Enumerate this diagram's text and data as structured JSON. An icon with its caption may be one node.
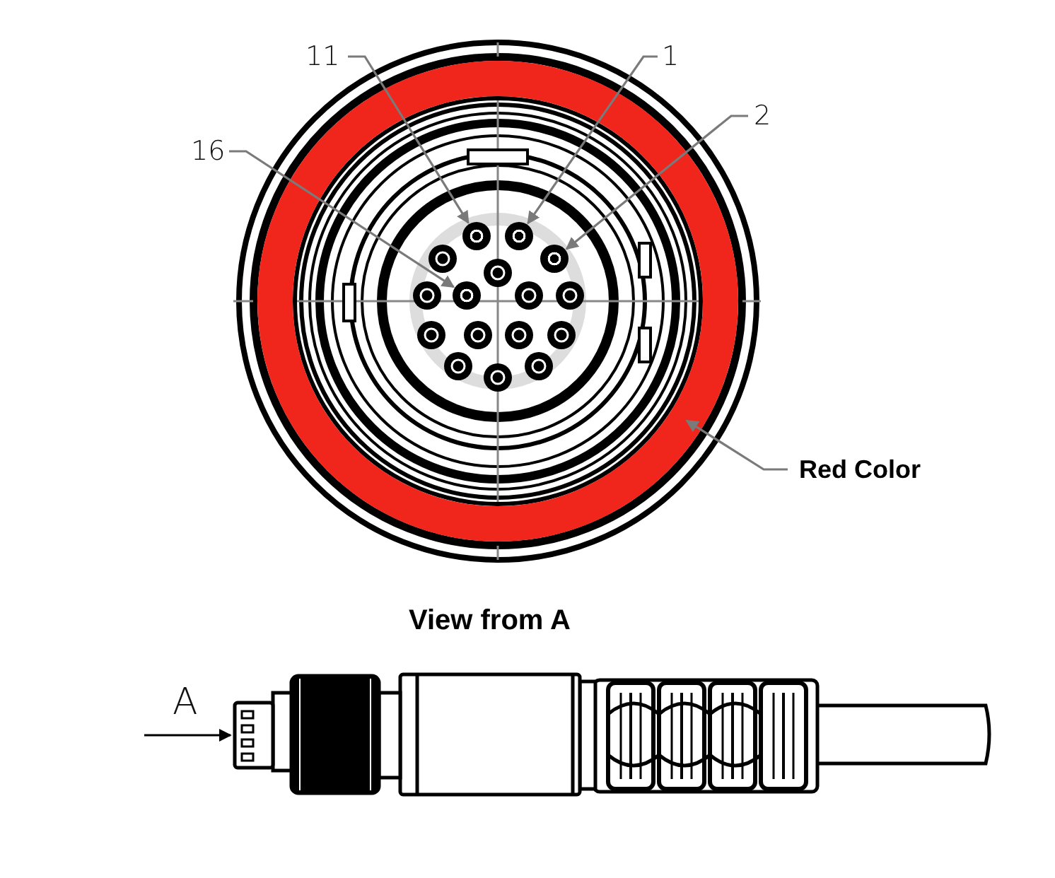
{
  "diagram": {
    "nodes": [
      {
        "text": [
          "11"
        ]
      },
      {
        "text": [
          "1"
        ]
      },
      {
        "text": [
          "2"
        ]
      },
      {
        "text": [
          "16"
        ]
      },
      {
        "text": [],
        "shape": "circle",
        "in": 9
      },
      {
        "text": [],
        "shape": "circle",
        "in": 9
      },
      {
        "text": [],
        "shape": "circle",
        "in": 9
      },
      {
        "text": [],
        "shape": "circle",
        "in": 9
      },
      {
        "text": [
          "Red Color"
        ]
      },
      {
        "text": [],
        "shape": "circle"
      },
      {
        "text": [],
        "shape": "picture"
      }
    ],
    "edges": [
      {
        "from": 0,
        "to": 4,
        "arrow": "to"
      },
      {
        "from": 1,
        "to": 5,
        "arrow": "to"
      },
      {
        "from": 2,
        "to": 6,
        "arrow": "to"
      },
      {
        "from": 3,
        "to": 7,
        "arrow": "to"
      },
      {
        "from": 8,
        "to": 9,
        "arrow": "to"
      },
      {
        "from": null,
        "to": 10,
        "arrow": "to",
        "color": "#000000"
      }
    ],
    "labels": [
      "View from A",
      "A"
    ]
  }
}
